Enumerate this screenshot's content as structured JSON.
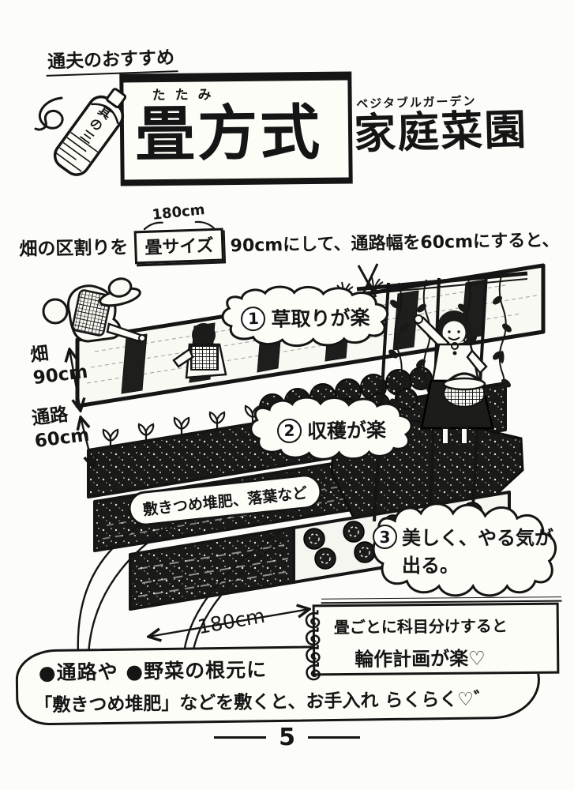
{
  "colors": {
    "ink": "#151515",
    "paper": "#fcfcf8"
  },
  "header": {
    "recommendation": "通夫のおすすめ",
    "tube_label": "其の三",
    "title_furigana": "たたみ",
    "title_main": "畳方式",
    "subtitle_furigana": "ベジタブルガーデン",
    "subtitle_main": "家庭菜園"
  },
  "intro": {
    "lead": "畑の区割りを",
    "tatami_width": "180cm",
    "tatami_box": "畳サイズ",
    "tail": "90cmにして、通路幅を60cmにすると、"
  },
  "diagram": {
    "benefits": [
      {
        "num": "1",
        "text": "草取りが楽"
      },
      {
        "num": "2",
        "text": "収穫が楽"
      },
      {
        "num": "3",
        "text": "美しく、やる気が出る。"
      }
    ],
    "dim_field_label": "畑",
    "dim_field_value": "90cm",
    "dim_path_label": "通路",
    "dim_path_value": "60cm",
    "mulch_label": "敷きつめ堆肥、落葉など",
    "bed_width": "180cm"
  },
  "note_box": {
    "line1": "畳ごとに科目分けすると",
    "line2": "輪作計画が楽♡"
  },
  "bottom_bubble": {
    "line1": "●通路や ●野菜の根元に",
    "line2": "「敷きつめ堆肥」などを敷くと、お手入れ らくらく♡゛"
  },
  "footer": {
    "page_number": "5"
  }
}
